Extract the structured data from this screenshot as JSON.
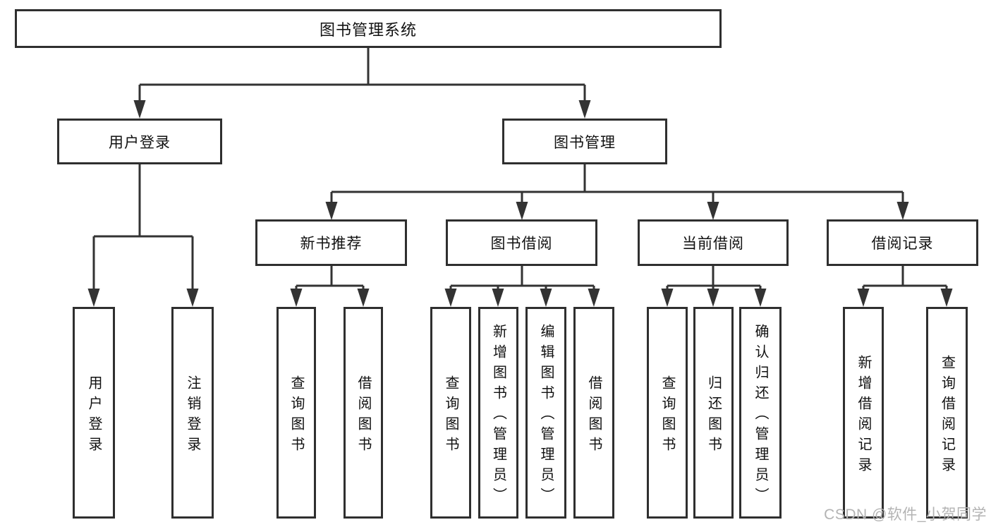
{
  "tree": {
    "root": {
      "label": "图书管理系统",
      "children": [
        {
          "label": "用户登录",
          "children": [
            {
              "label": "用户登录"
            },
            {
              "label": "注销登录"
            }
          ]
        },
        {
          "label": "图书管理",
          "children": [
            {
              "label": "新书推荐",
              "children": [
                {
                  "label": "查询图书"
                },
                {
                  "label": "借阅图书"
                }
              ]
            },
            {
              "label": "图书借阅",
              "children": [
                {
                  "label": "查询图书"
                },
                {
                  "label": "新增图书（管理员）"
                },
                {
                  "label": "编辑图书（管理员）"
                },
                {
                  "label": "借阅图书"
                }
              ]
            },
            {
              "label": "当前借阅",
              "children": [
                {
                  "label": "查询图书"
                },
                {
                  "label": "归还图书"
                },
                {
                  "label": "确认归还（管理员）"
                }
              ]
            },
            {
              "label": "借阅记录",
              "children": [
                {
                  "label": "新增借阅记录"
                },
                {
                  "label": "查询借阅记录"
                }
              ]
            }
          ]
        }
      ]
    }
  },
  "watermark": {
    "text": "CSDN @软件_小贺同学"
  },
  "colors": {
    "line": "#333333",
    "box_border": "#2f2f2f",
    "text": "#111111",
    "watermark": "#b3b3b3",
    "background": "#ffffff"
  }
}
